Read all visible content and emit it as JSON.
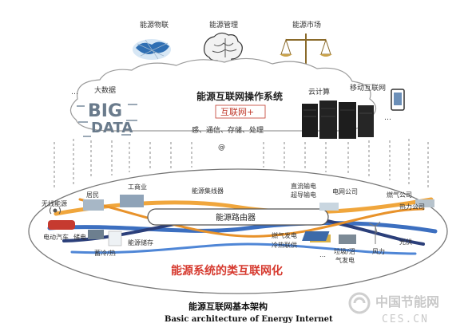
{
  "top": {
    "iot_label": "能源物联",
    "mgmt_label": "能源管理",
    "market_label": "能源市场"
  },
  "cloud": {
    "os_title": "能源互联网操作系统",
    "os_subtitle": "互联网+",
    "functions": "感、通信、存储、处理",
    "at_symbol": "@",
    "bigdata_label": "大数据",
    "bigdata_words": [
      "BIG",
      "DATA"
    ],
    "cloud_label": "云计算",
    "mobile_label": "移动互联网",
    "dots_left": "…",
    "dots_right": "…"
  },
  "network": {
    "router_label": "能源路由器",
    "concentrator_label": "能源集线器",
    "nodes": {
      "wireless": "无线能源",
      "resident": "居民",
      "commercial": "工商业",
      "ev": "电动汽车",
      "storage_elec": "储电",
      "cold_heat": "蓄冷/热",
      "storage": "能源储存",
      "dc_line": "直流输电",
      "superconduct": "超导输电",
      "grid_company": "电网公司",
      "gas_company": "燃气公司",
      "heat_company": "热力公司",
      "gas_power": "燃气发电",
      "chp": "冷热联供",
      "landfill": "垃圾/沼",
      "biogas": "气发电",
      "wind": "风力",
      "pv": "光伏",
      "dots": "…"
    },
    "system_title": "能源系统的类互联网化"
  },
  "caption": {
    "cn": "能源互联网基本架构",
    "en": "Basic architecture of Energy Internet"
  },
  "watermark": {
    "cn": "中国节能网",
    "url": "CES.CN"
  },
  "colors": {
    "flow_orange": "#f0a63c",
    "flow_blue": "#3c6fc0",
    "flow_dark": "#2b3f7a",
    "accent_red": "#d63a2f",
    "dashed_gray": "#8a8a8a"
  }
}
